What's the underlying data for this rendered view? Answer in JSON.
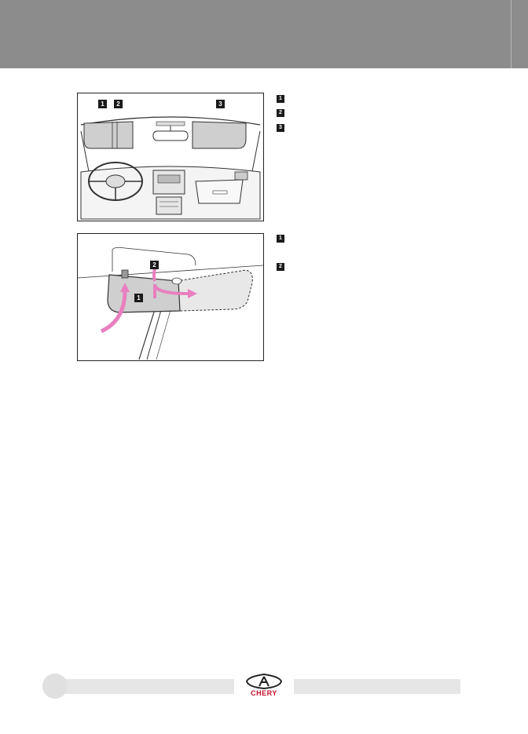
{
  "figure1": {
    "callouts": [
      "1",
      "2",
      "3"
    ]
  },
  "legend1": [
    "1",
    "2",
    "3"
  ],
  "figure2": {
    "callouts": [
      "1",
      "2"
    ]
  },
  "legend2": [
    "1",
    "2"
  ],
  "footer": {
    "brand": "CHERY",
    "brand_color": "#c8102e"
  },
  "colors": {
    "header_band": "#8c8c8c",
    "arrow_pink": "#e87fbf",
    "visor_gray": "#cfcfcf"
  }
}
